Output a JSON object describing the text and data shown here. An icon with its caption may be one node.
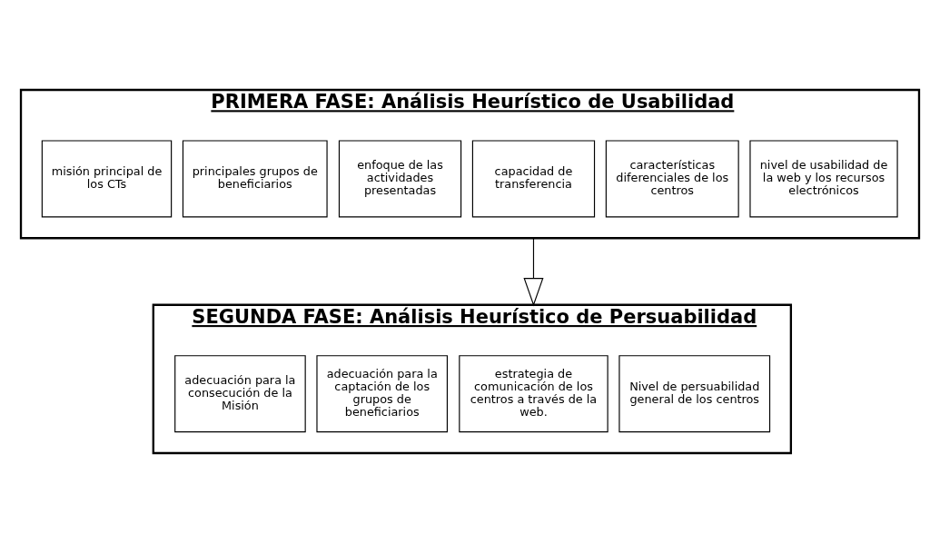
{
  "diagram": {
    "nodes": [
      {
        "text": [
          "PRIMERA FASE: Análisis Heurístico de Usabilidad"
        ]
      },
      {
        "text": [
          "misión principal de los CTs"
        ],
        "in": 0
      },
      {
        "text": [
          "principales grupos de beneficiarios"
        ],
        "in": 0
      },
      {
        "text": [
          "enfoque de las actividades presentadas"
        ],
        "in": 0
      },
      {
        "text": [
          "capacidad de transferencia"
        ],
        "in": 0
      },
      {
        "text": [
          "características diferenciales de los centros"
        ],
        "in": 0
      },
      {
        "text": [
          "nivel de usabilidad de la web y los recursos electrónicos"
        ],
        "in": 0
      },
      {
        "text": [
          "SEGUNDA FASE: Análisis Heurístico de Persuabilidad"
        ]
      },
      {
        "text": [
          "adecuación para la consecución de la Misión"
        ],
        "in": 7
      },
      {
        "text": [
          "adecuación para la captación de los grupos de beneficiarios"
        ],
        "in": 7
      },
      {
        "text": [
          "estrategia de comunicación de los centros a través de la web."
        ],
        "in": 7
      },
      {
        "text": [
          "Nivel de persuabilidad general de los centros"
        ],
        "in": 7
      }
    ],
    "edges": [
      {
        "from": 0,
        "to": 7,
        "arrow": "to"
      }
    ]
  }
}
